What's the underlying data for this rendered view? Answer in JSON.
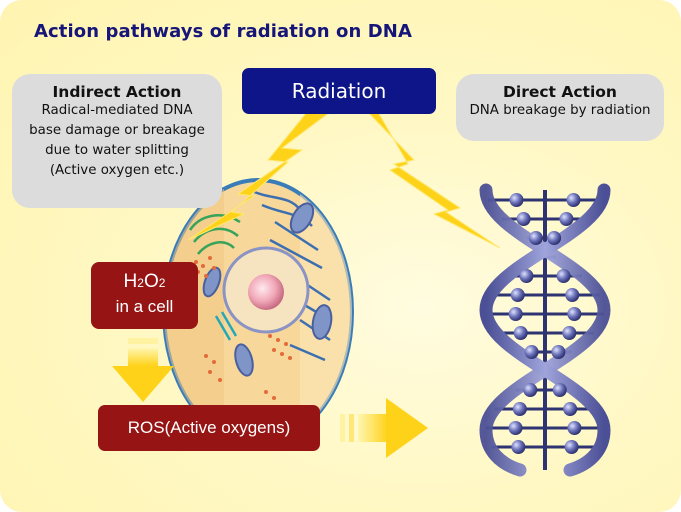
{
  "title": "Action pathways of radiation on DNA",
  "radiation": {
    "label": "Radiation"
  },
  "indirect_action": {
    "heading": "Indirect Action",
    "lines": [
      "Radical-mediated DNA",
      "base damage or breakage",
      "due to  water splitting",
      "(Active oxygen etc.)"
    ]
  },
  "direct_action": {
    "heading": "Direct Action",
    "lines": [
      "DNA breakage by radiation"
    ]
  },
  "h2o2": {
    "formula_parts": [
      "H",
      "2",
      "O",
      "2"
    ],
    "label": "in a cell"
  },
  "ros": {
    "label": "ROS(Active oxygens)"
  },
  "icons": {
    "cell": "cell-illustration",
    "dna": "dna-double-helix-illustration",
    "bolt_left": "lightning-bolt-icon",
    "bolt_right": "lightning-bolt-icon",
    "arrow_down": "arrow-down-icon",
    "arrow_right": "arrow-right-icon"
  },
  "colors": {
    "title": "#15157a",
    "radiation_box": "#0d1588",
    "label_box": "#961414",
    "info_box": "#dcdcdc",
    "bolt": "#ffd21a",
    "dna_strand": "#6a71b8",
    "cell_fill": "#f7d79a"
  }
}
